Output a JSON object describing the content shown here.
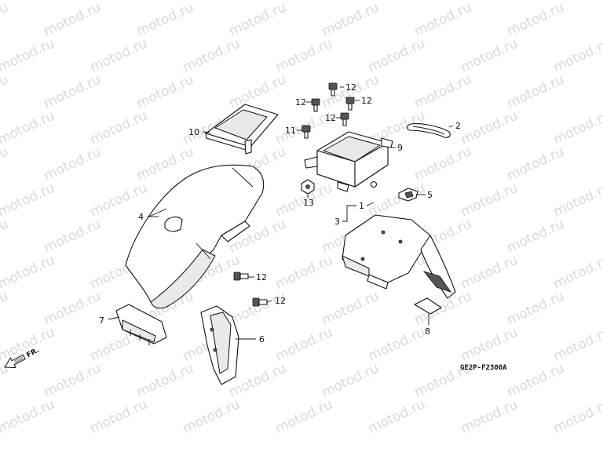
{
  "watermark": "motod.ru",
  "diagram_code": "GE2P-F2300A",
  "direction_label": "FR.",
  "callouts": [
    {
      "id": "c1",
      "text": "1"
    },
    {
      "id": "c2",
      "text": "2"
    },
    {
      "id": "c3",
      "text": "3"
    },
    {
      "id": "c4",
      "text": "4"
    },
    {
      "id": "c5",
      "text": "5"
    },
    {
      "id": "c6",
      "text": "6"
    },
    {
      "id": "c7",
      "text": "7"
    },
    {
      "id": "c8",
      "text": "8"
    },
    {
      "id": "c9",
      "text": "9"
    },
    {
      "id": "c10",
      "text": "10"
    },
    {
      "id": "c11",
      "text": "11"
    },
    {
      "id": "c12a",
      "text": "12"
    },
    {
      "id": "c12b",
      "text": "12"
    },
    {
      "id": "c12c",
      "text": "12"
    },
    {
      "id": "c12d",
      "text": "12"
    },
    {
      "id": "c12e",
      "text": "12"
    },
    {
      "id": "c12f",
      "text": "12"
    },
    {
      "id": "c13",
      "text": "13"
    }
  ]
}
